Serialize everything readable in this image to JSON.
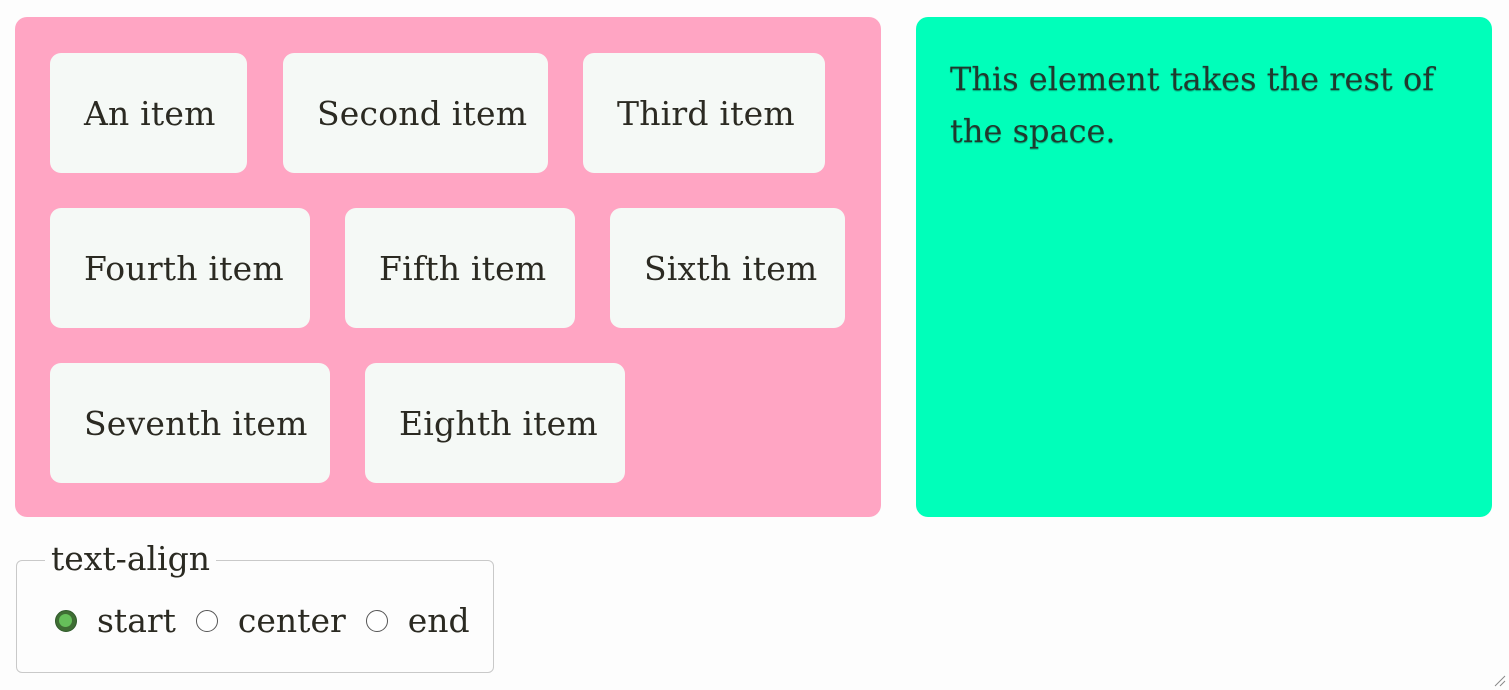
{
  "items": [
    "An item",
    "Second item",
    "Third item",
    "Fourth item",
    "Fifth item",
    "Sixth item",
    "Seventh item",
    "Eighth item"
  ],
  "side_panel": {
    "text": "This element takes the rest of the space."
  },
  "text_align": {
    "legend": "text-align",
    "options": [
      "start",
      "center",
      "end"
    ],
    "selected": "start"
  },
  "colors": {
    "flex_container_bg": "#ffa5c3",
    "item_bg": "#f5f9f6",
    "side_panel_bg": "#00ffba",
    "radio_checked": "#66c05a"
  }
}
